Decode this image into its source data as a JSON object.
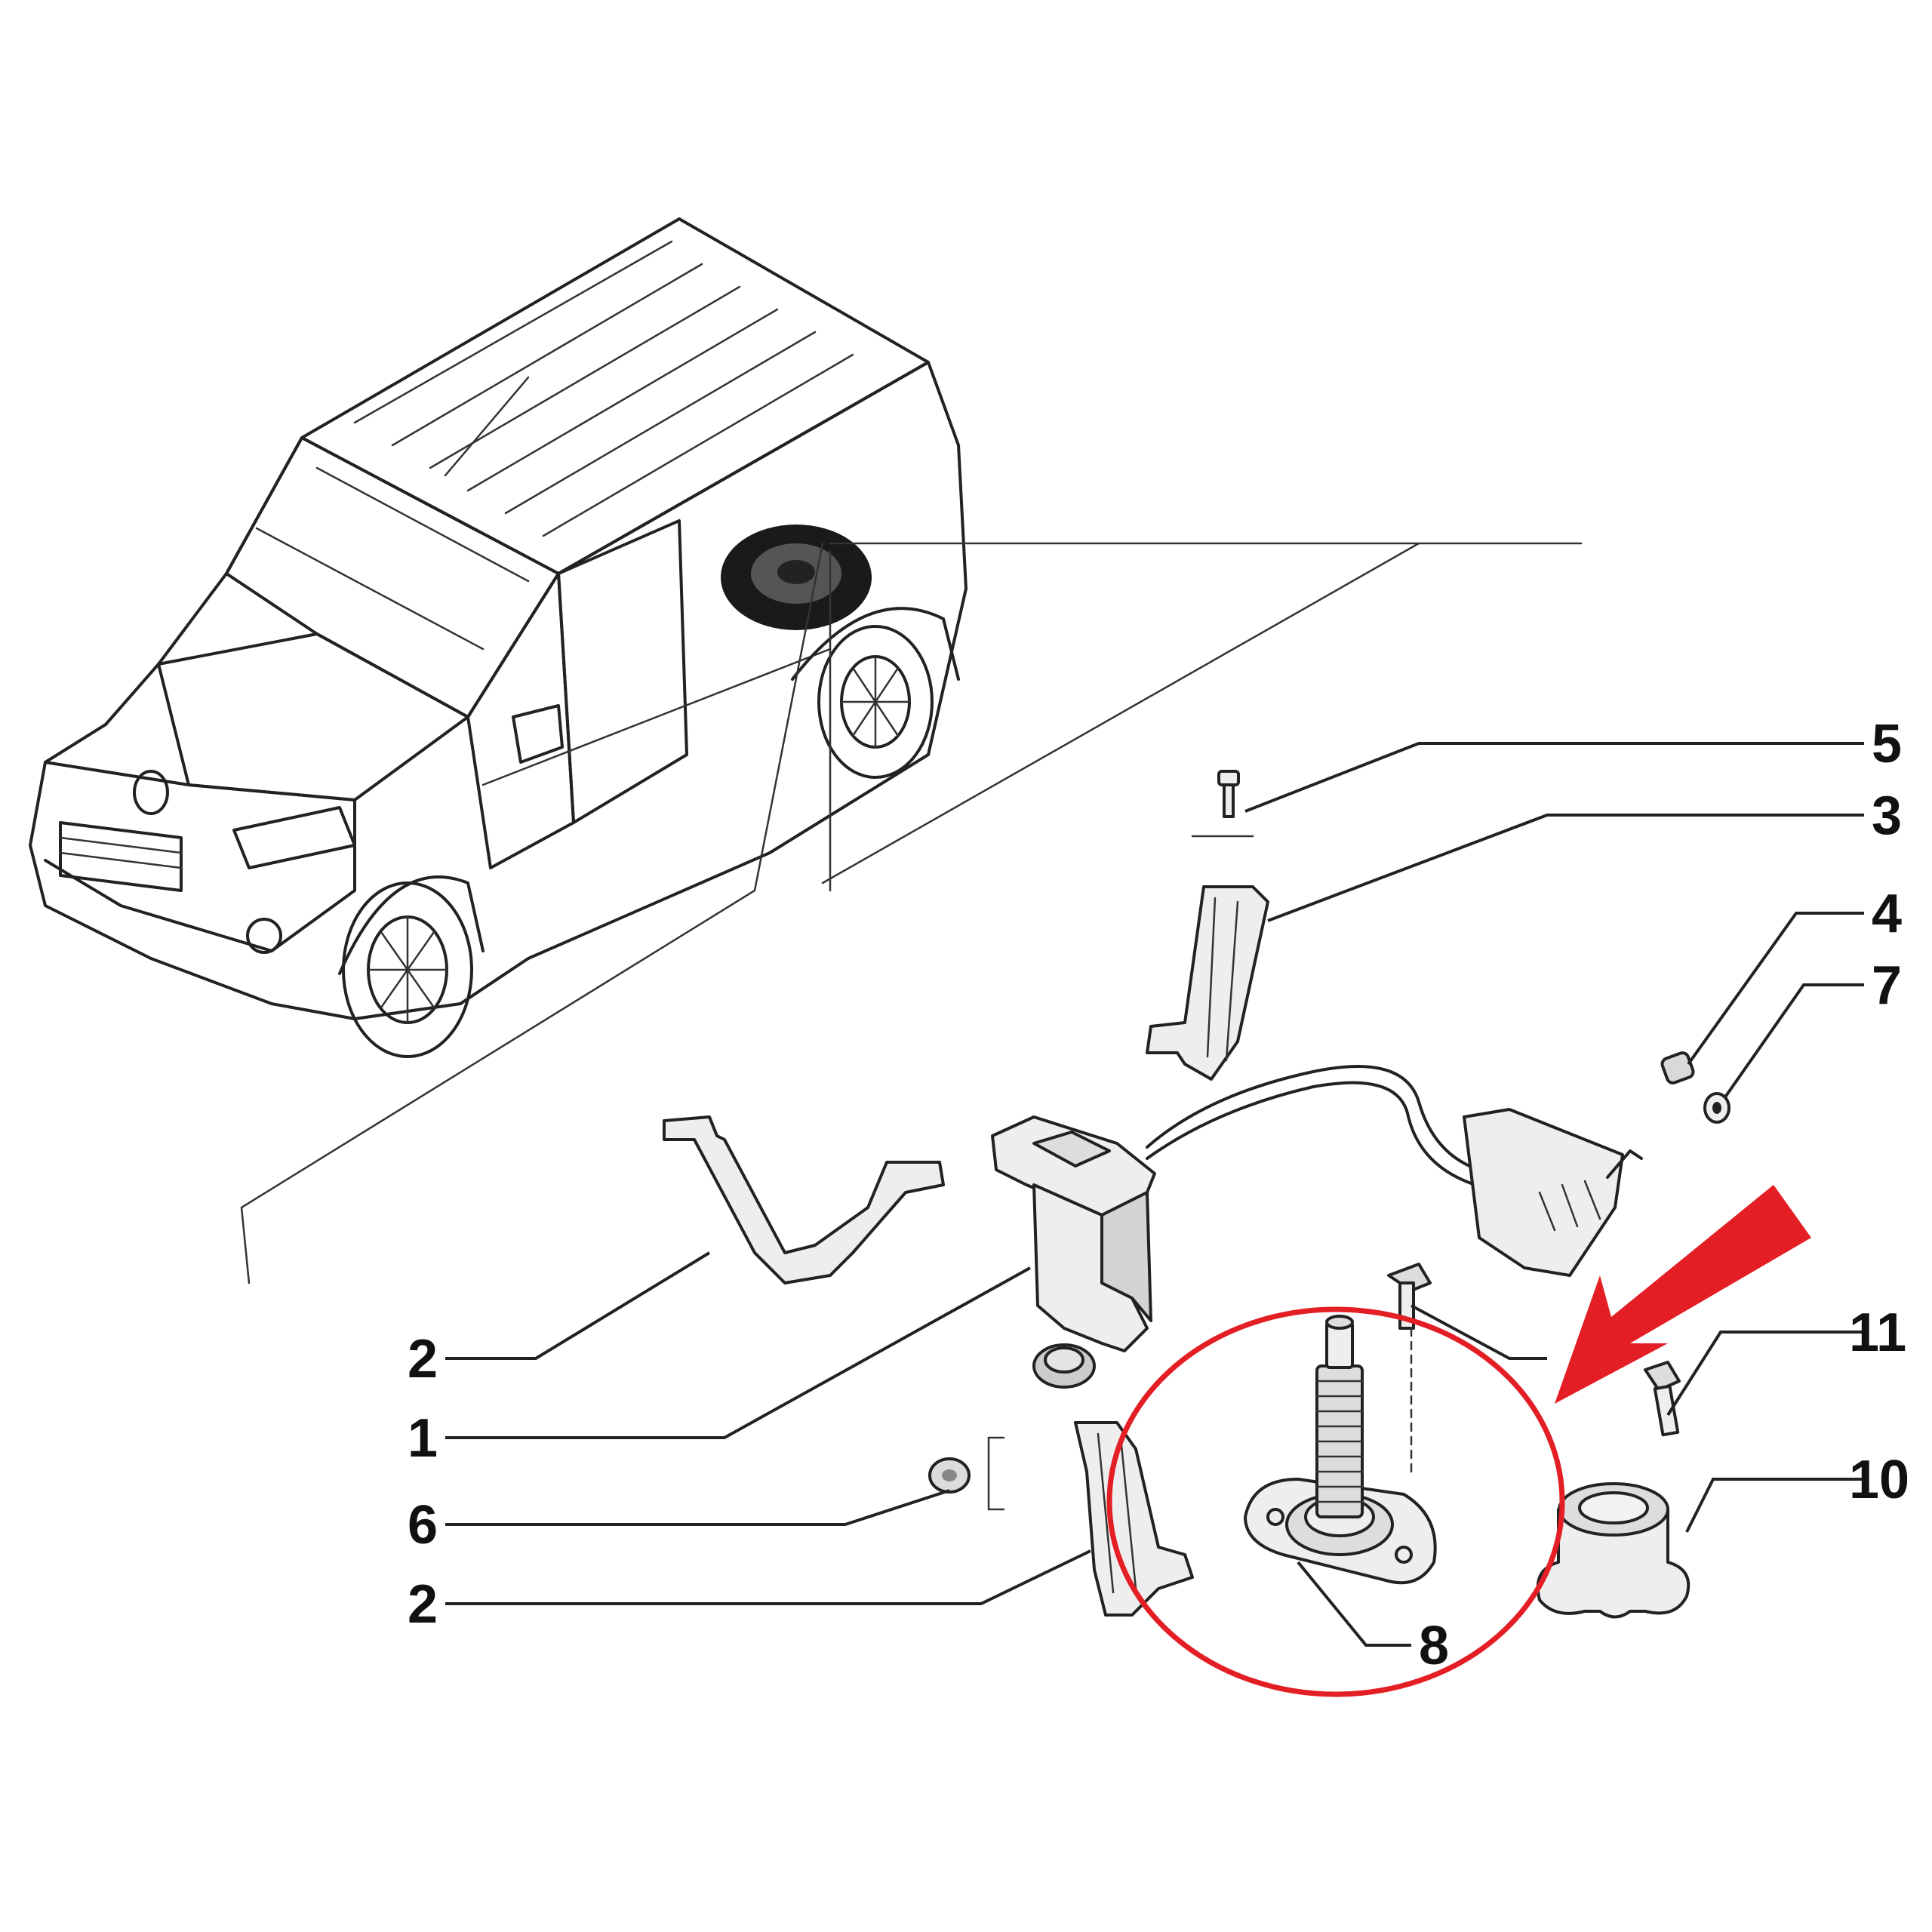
{
  "labels": {
    "part_1": "1",
    "part_2_upper": "2",
    "part_2_lower": "2",
    "part_3": "3",
    "part_4": "4",
    "part_5": "5",
    "part_6": "6",
    "part_7": "7",
    "part_8": "8",
    "part_10": "10",
    "part_11": "11"
  },
  "colors": {
    "ink": "#222222",
    "part_fill": "#eeeeee",
    "part_shade": "#d4d4d4",
    "highlight_red": "#e31e24",
    "background": "#ffffff"
  },
  "highlight": {
    "circled_part": "8",
    "arrow_points_to": "8"
  }
}
